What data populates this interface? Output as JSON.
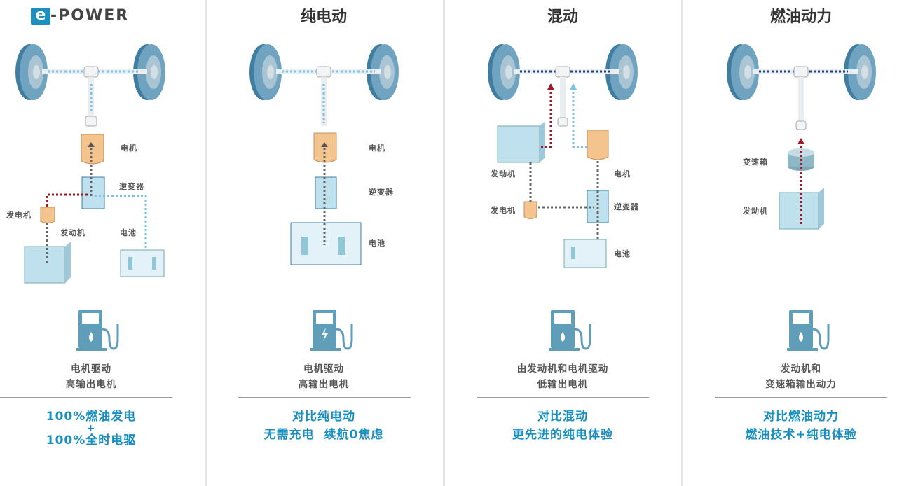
{
  "columns": [
    {
      "title_logo": "e-POWER",
      "labels": {
        "motor": "电机",
        "inverter": "逆变器",
        "generator": "发电机",
        "engine": "发动机",
        "battery": "电池"
      },
      "caption": [
        "电机驱动",
        "高输出电机"
      ],
      "highlight": [
        "100%燃油发电",
        "+",
        "100%全时电驱"
      ],
      "pump_icon": "fuel-pump-icon"
    },
    {
      "title": "纯电动",
      "labels": {
        "motor": "电机",
        "inverter": "逆变器",
        "battery": "电池"
      },
      "caption": [
        "电机驱动",
        "高输出电机"
      ],
      "highlight": [
        "对比纯电动",
        "无需充电  续航0焦虑"
      ],
      "pump_icon": "ev-charger-icon"
    },
    {
      "title": "混动",
      "labels": {
        "engine": "发动机",
        "motor": "电机",
        "generator": "发电机",
        "inverter": "逆变器",
        "battery": "电池"
      },
      "caption": [
        "由发动机和电机驱动",
        "低输出电机"
      ],
      "highlight": [
        "对比混动",
        "更先进的纯电体验"
      ],
      "pump_icon": "fuel-pump-icon"
    },
    {
      "title": "燃油动力",
      "labels": {
        "gearbox": "变速箱",
        "engine": "发动机"
      },
      "caption": [
        "发动机和",
        "变速箱输出动力"
      ],
      "highlight": [
        "对比燃油动力",
        "燃油技术+纯电体验"
      ],
      "pump_icon": "fuel-pump-icon"
    }
  ],
  "colors": {
    "accent": "#1a8fc1",
    "wheel": "#5b97b5",
    "electric_flow": "#7cc3e6",
    "fuel_flow": "#9b1b2a",
    "mech_flow": "#1f3d7a",
    "motor": "#f3c48e",
    "box": "#bfe1ee"
  }
}
